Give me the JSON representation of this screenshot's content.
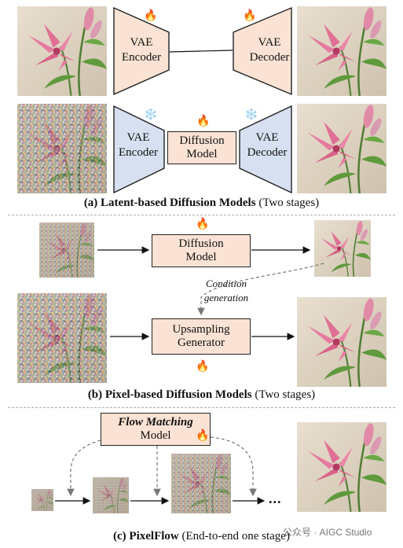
{
  "section_a": {
    "stage1": {
      "encoder": [
        "VAE",
        "Encoder"
      ],
      "decoder": [
        "VAE",
        "Decoder"
      ]
    },
    "stage2": {
      "encoder": [
        "VAE",
        "Encoder"
      ],
      "model": [
        "Diffusion",
        "Model"
      ],
      "decoder": [
        "VAE",
        "Decoder"
      ]
    },
    "caption_bold": "(a) Latent-based Diffusion Models",
    "caption_rest": " (Two stages)"
  },
  "section_b": {
    "model": [
      "Diffusion",
      "Model"
    ],
    "condition": [
      "Condition",
      "generation"
    ],
    "generator": [
      "Upsampling",
      "Generator"
    ],
    "caption_bold": "(b) Pixel-based Diffusion Models",
    "caption_rest": " (Two stages)"
  },
  "section_c": {
    "model_italic": "Flow Matching",
    "model_label": "Model",
    "ellipsis": "...",
    "caption_bold": "(c) PixelFlow",
    "caption_rest": " (End-to-end one stage)"
  },
  "watermark": "公众号 · AIGC Studio",
  "icons": {
    "trainable": "fire-icon",
    "frozen": "snowflake-icon"
  },
  "colors": {
    "trainable_fill": "#fae3d4",
    "frozen_fill": "#d6e0f0",
    "divider": "#aaaaaa"
  }
}
